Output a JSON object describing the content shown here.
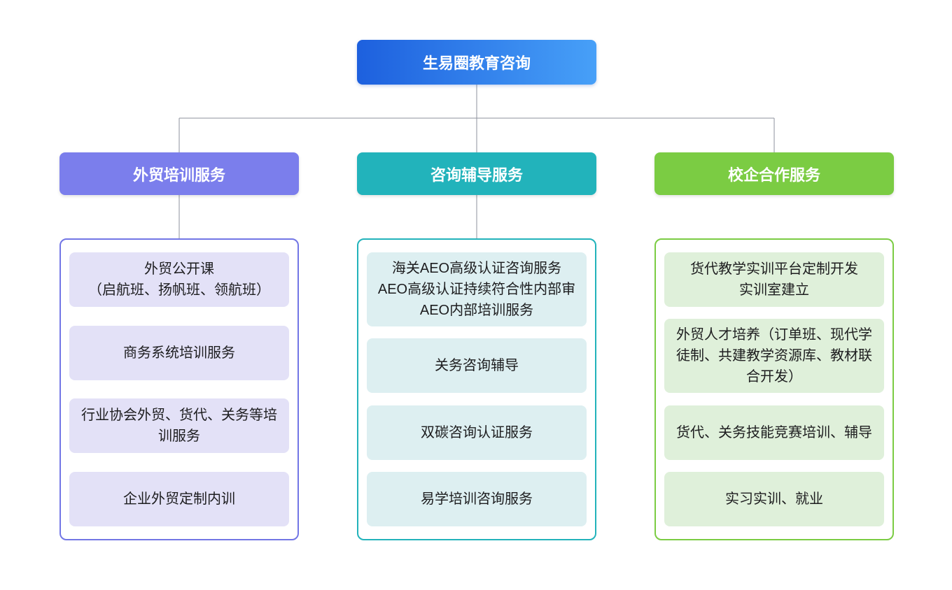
{
  "page": {
    "background": "#ffffff",
    "connector_color": "#8d929c"
  },
  "root": {
    "label": "生易圈教育咨询",
    "color_start": "#1d60de",
    "color_end": "#47a0f8"
  },
  "branches": [
    {
      "id": "foreign-trade-training",
      "label": "外贸培训服务",
      "color": "#7b7eec",
      "item_fill": "#e3e1f7",
      "items": [
        "外贸公开课\n（启航班、扬帆班、领航班）",
        "商务系统培训服务",
        "行业协会外贸、货代、关务等培训服务",
        "企业外贸定制内训"
      ]
    },
    {
      "id": "consulting-coaching",
      "label": "咨询辅导服务",
      "color": "#22b3bb",
      "item_fill": "#ddeff1",
      "items": [
        "海关AEO高级认证咨询服务\nAEO高级认证持续符合性内部审\nAEO内部培训服务",
        "关务咨询辅导",
        "双碳咨询认证服务",
        "易学培训咨询服务"
      ]
    },
    {
      "id": "school-enterprise-cooperation",
      "label": "校企合作服务",
      "color": "#7bcc43",
      "item_fill": "#dff0da",
      "items": [
        "货代教学实训平台定制开发\n实训室建立",
        "外贸人才培养（订单班、现代学徒制、共建教学资源库、教材联合开发）",
        "货代、关务技能竞赛培训、辅导",
        "实习实训、就业"
      ]
    }
  ]
}
